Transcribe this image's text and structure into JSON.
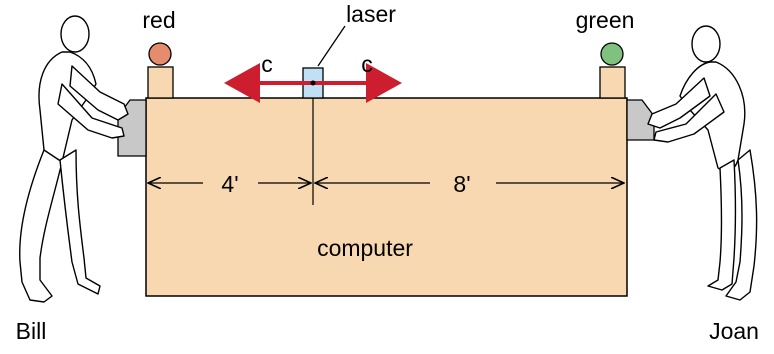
{
  "labels": {
    "red_lamp": "red",
    "green_lamp": "green",
    "laser": "laser",
    "speed_left": "c",
    "speed_right": "c",
    "distance_left": "4'",
    "distance_right": "8'",
    "box": "computer",
    "person_left": "Bill",
    "person_right": "Joan"
  },
  "colors": {
    "box_fill": "#f8d8b0",
    "red_lamp": "#e58b6e",
    "green_lamp": "#7fc27f",
    "laser_fill": "#bfe0f5",
    "laser_beam": "#cc1e2e",
    "handle": "#c8c8c8"
  }
}
